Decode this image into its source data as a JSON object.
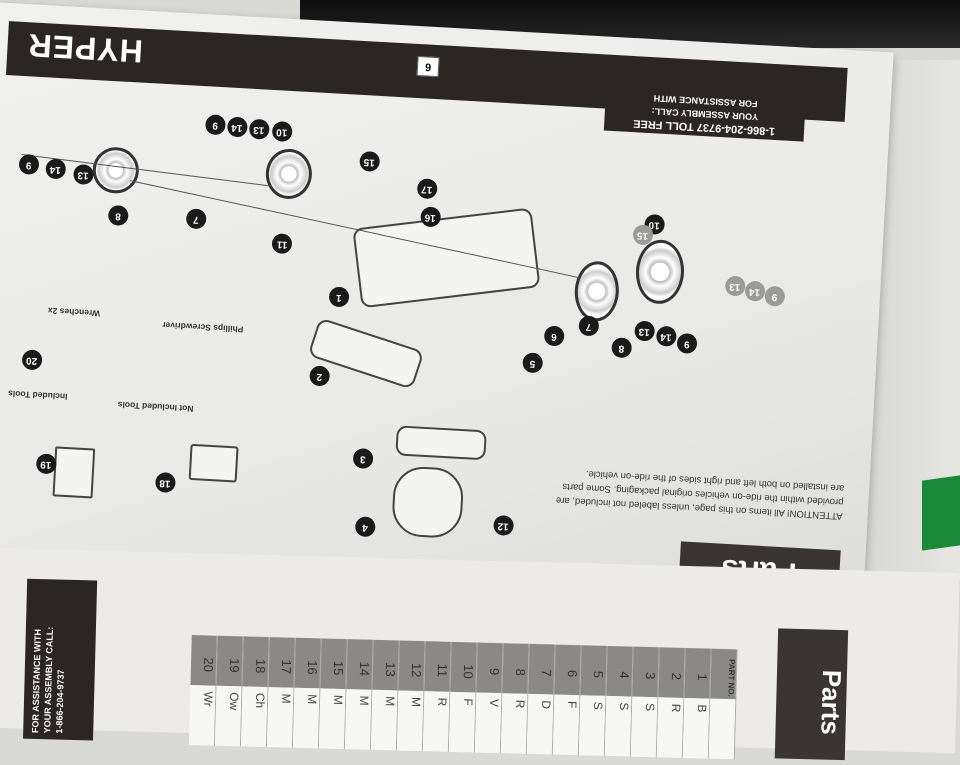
{
  "page": {
    "brand": "HYPER",
    "page_number": "6",
    "assistance": [
      "FOR ASSISTANCE WITH",
      "YOUR ASSEMBLY CALL:",
      "1-866-204-9737 TOLL FREE"
    ],
    "section_title": "Parts",
    "attention": "ATTENTION! All items on this page, unless labeled not included, are provided within the ride-on vehicles original packaging. Some parts are installed on both left and right sides of the ride-on vehicle.",
    "tools": {
      "not_included": "Not Included Tools",
      "included": "Included Tools",
      "screwdriver": "Phillips Screwdriver",
      "wrenches": "Wrenches 2x"
    },
    "callouts": [
      "9",
      "14",
      "13",
      "10",
      "9",
      "14",
      "13",
      "15",
      "17",
      "16",
      "11",
      "7",
      "8",
      "10",
      "15",
      "1",
      "6",
      "7",
      "9",
      "14",
      "13",
      "8",
      "5",
      "2",
      "20",
      "3",
      "19",
      "18",
      "4",
      "12",
      "9",
      "14",
      "13"
    ]
  },
  "page2": {
    "title": "Parts",
    "header": "PART NO.",
    "assistance": [
      "FOR ASSISTANCE WITH",
      "YOUR ASSEMBLY CALL:",
      "1-866-204-9737"
    ],
    "numbers": [
      "1",
      "2",
      "3",
      "4",
      "5",
      "6",
      "7",
      "8",
      "9",
      "10",
      "11",
      "12",
      "13",
      "14",
      "15",
      "16",
      "17",
      "18",
      "19",
      "20"
    ],
    "names": [
      "B",
      "R",
      "S",
      "S",
      "S",
      "F",
      "D",
      "R",
      "V",
      "F",
      "R",
      "M",
      "M",
      "M",
      "M",
      "M",
      "M",
      "Ch",
      "Ow",
      "Wr"
    ]
  }
}
